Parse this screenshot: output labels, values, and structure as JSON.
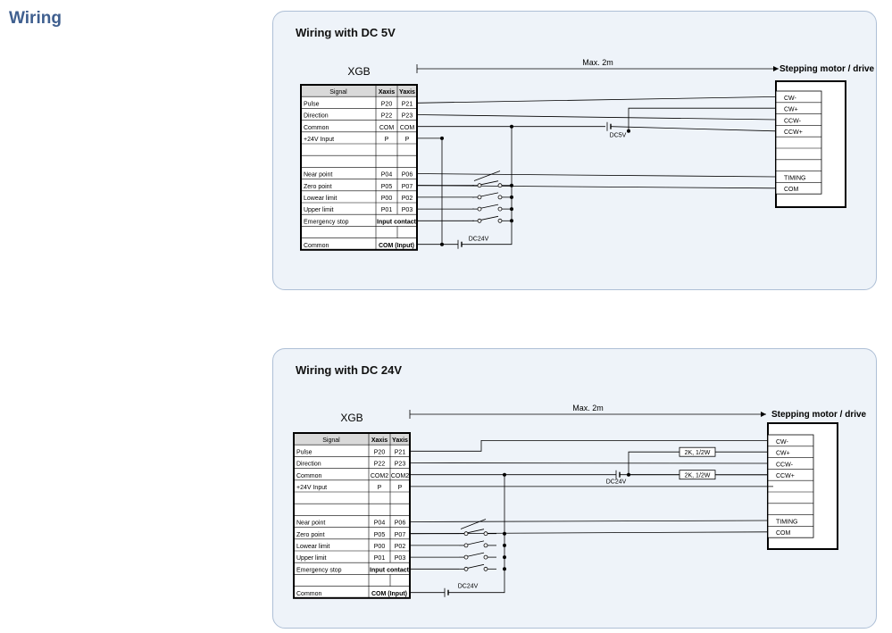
{
  "page": {
    "title": "Wiring"
  },
  "panels": [
    {
      "title": "Wiring with DC 5V",
      "plc_label": "XGB",
      "distance_label": "Max. 2m",
      "drive_label": "Stepping motor / drive",
      "table_headers": [
        "Signal",
        "Xaxis",
        "Yaxis"
      ],
      "rows": [
        {
          "signal": "Pulse",
          "x": "P20",
          "y": "P21"
        },
        {
          "signal": "Direction",
          "x": "P22",
          "y": "P23"
        },
        {
          "signal": "Common",
          "x": "COM",
          "y": "COM"
        },
        {
          "signal": "+24V Input",
          "x": "P",
          "y": "P"
        },
        {
          "signal": "",
          "x": "",
          "y": ""
        },
        {
          "signal": "",
          "x": "",
          "y": ""
        },
        {
          "signal": "Near point",
          "x": "P04",
          "y": "P06"
        },
        {
          "signal": "Zero point",
          "x": "P05",
          "y": "P07"
        },
        {
          "signal": "Lowear limit",
          "x": "P00",
          "y": "P02"
        },
        {
          "signal": "Upper limit",
          "x": "P01",
          "y": "P03"
        },
        {
          "signal": "Emergency stop",
          "merged": "Input contact"
        },
        {
          "signal": "",
          "x": "",
          "y": ""
        },
        {
          "signal": "Common",
          "merged": "COM (Input)"
        }
      ],
      "drive_terminals": [
        "CW-",
        "CW+",
        "CCW-",
        "CCW+",
        "",
        "",
        "",
        "TIMING",
        "COM"
      ],
      "supply_labels": [
        "DC5V",
        "DC24V"
      ],
      "resistor_labels": []
    },
    {
      "title": "Wiring with DC 24V",
      "plc_label": "XGB",
      "distance_label": "Max. 2m",
      "drive_label": "Stepping motor / drive",
      "table_headers": [
        "Signal",
        "Xaxis",
        "Yaxis"
      ],
      "rows": [
        {
          "signal": "Pulse",
          "x": "P20",
          "y": "P21"
        },
        {
          "signal": "Direction",
          "x": "P22",
          "y": "P23"
        },
        {
          "signal": "Common",
          "x": "COM2",
          "y": "COM2"
        },
        {
          "signal": "+24V Input",
          "x": "P",
          "y": "P"
        },
        {
          "signal": "",
          "x": "",
          "y": ""
        },
        {
          "signal": "",
          "x": "",
          "y": ""
        },
        {
          "signal": "Near point",
          "x": "P04",
          "y": "P06"
        },
        {
          "signal": "Zero point",
          "x": "P05",
          "y": "P07"
        },
        {
          "signal": "Lowear limit",
          "x": "P00",
          "y": "P02"
        },
        {
          "signal": "Upper limit",
          "x": "P01",
          "y": "P03"
        },
        {
          "signal": "Emergency stop",
          "merged": "Input contact"
        },
        {
          "signal": "",
          "x": "",
          "y": ""
        },
        {
          "signal": "Common",
          "merged": "COM (Input)"
        }
      ],
      "drive_terminals": [
        "CW-",
        "CW+",
        "CCW-",
        "CCW+",
        "",
        "",
        "",
        "TIMING",
        "COM"
      ],
      "supply_labels": [
        "DC24V",
        "DC24V"
      ],
      "resistor_labels": [
        "2K, 1/2W",
        "2K, 1/2W"
      ]
    }
  ]
}
